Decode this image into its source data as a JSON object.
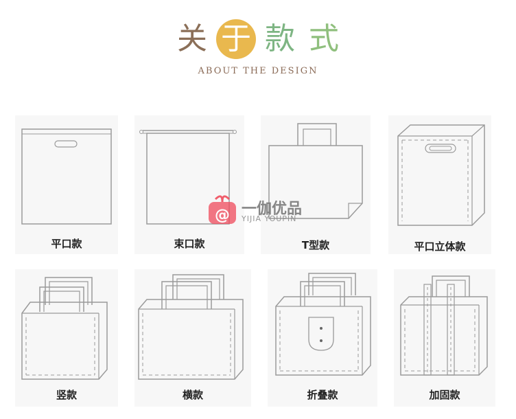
{
  "header": {
    "title_chars": [
      "关",
      "于",
      "款",
      "式"
    ],
    "subtitle": "ABOUT THE DESIGN"
  },
  "bags": [
    {
      "label": "平口款",
      "icon": "flat-bag-icon"
    },
    {
      "label": "束口款",
      "icon": "drawstring-bag-icon"
    },
    {
      "label": "T型款",
      "icon": "t-shape-bag-icon"
    },
    {
      "label": "平口立体款",
      "icon": "flat-3d-bag-icon"
    },
    {
      "label": "竖款",
      "icon": "vertical-bag-icon"
    },
    {
      "label": "横款",
      "icon": "horizontal-bag-icon"
    },
    {
      "label": "折叠款",
      "icon": "folding-bag-icon"
    },
    {
      "label": "加固款",
      "icon": "reinforced-bag-icon"
    }
  ],
  "watermark": {
    "brand": "一伽优品",
    "brand_en": "YIJIA YOUPIN",
    "icon": "gift-logo-icon"
  },
  "colors": {
    "title_brown": "#8b6f58",
    "title_circle": "#e9b84e",
    "title_green": "#7eb583",
    "line": "#9a9a9a",
    "logo_red": "#f04e5e"
  }
}
